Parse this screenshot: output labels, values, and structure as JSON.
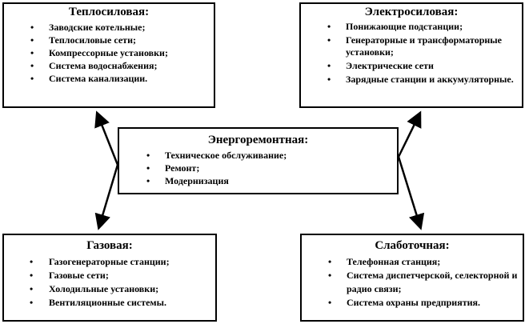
{
  "bullet": "•",
  "boxes": {
    "teplo": {
      "title": "Теплосиловая:",
      "items": [
        "Заводские котельные;",
        "Теплосиловые сети;",
        "Компрессорные установки;",
        "Система водоснабжения;",
        "Система канализации."
      ]
    },
    "elektro": {
      "title": "Электросиловая:",
      "items": [
        "Понижающие подстанции;",
        "Генераторные и трансформаторные установки;",
        "Электрические сети",
        "Зарядные станции и аккумуляторные."
      ]
    },
    "energo": {
      "title": "Энергоремонтная:",
      "items": [
        "Техническое обслуживание;",
        "Ремонт;",
        "Модернизация"
      ]
    },
    "gaz": {
      "title": "Газовая:",
      "items": [
        "Газогенераторные станции;",
        "Газовые сети;",
        "Холодильные установки;",
        "Вентиляционные системы."
      ]
    },
    "slabo": {
      "title": "Слаботочная:",
      "items": [
        "Телефонная станция;",
        "Система диспетчерской, селекторной и радио связи;",
        "Система охраны предприятия."
      ]
    }
  }
}
